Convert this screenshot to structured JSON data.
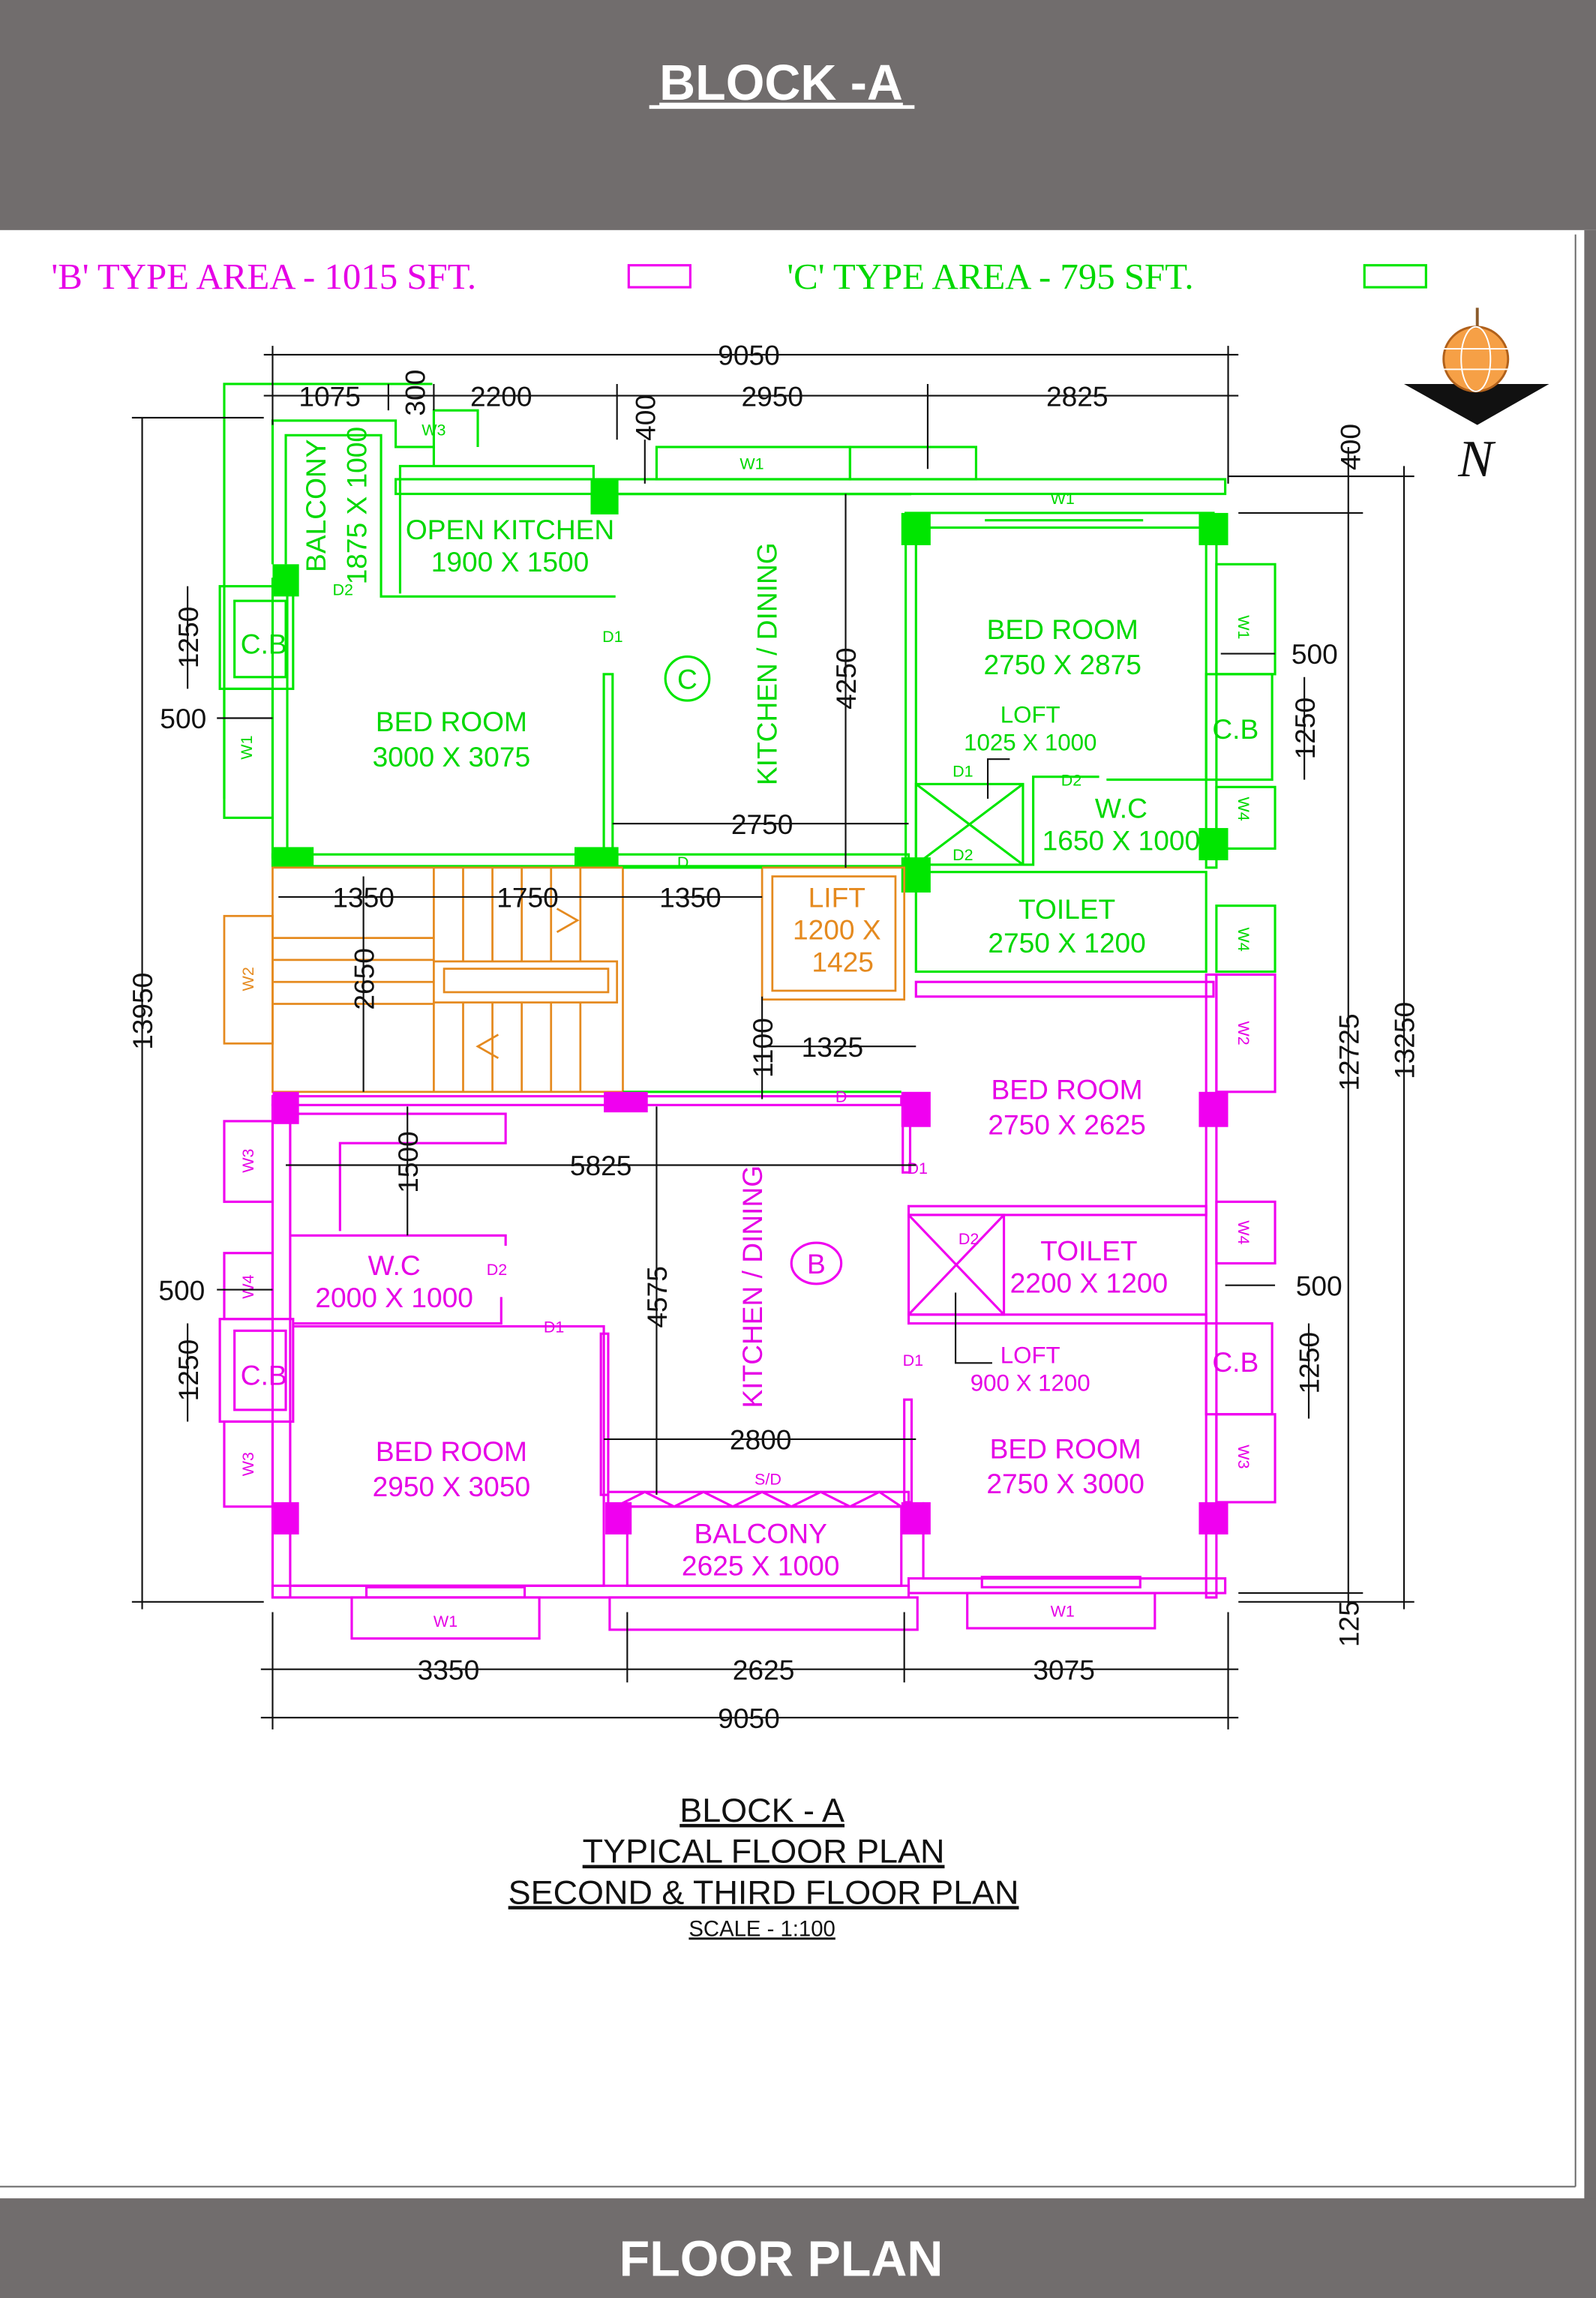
{
  "header": {
    "title": "BLOCK -A"
  },
  "footer": {
    "title": "FLOOR PLAN"
  },
  "legend": {
    "b_type": "'B' TYPE AREA - 1015 SFT.",
    "c_type": "'C' TYPE AREA - 795 SFT.",
    "b_color": "#f000f0",
    "c_color": "#00e600"
  },
  "compass": {
    "north_label": "N"
  },
  "labels": {
    "d1": "D1",
    "d2": "D2",
    "d": "D",
    "sd": "S/D",
    "w1": "W1",
    "w2": "W2",
    "w3": "W3",
    "w4": "W4",
    "cb": "C.B"
  },
  "flat_c": {
    "tag": "C",
    "balcony": {
      "name": "BALCONY",
      "size": "1875 X 1000"
    },
    "open_kitchen": {
      "name": "OPEN KITCHEN",
      "size": "1900 X 1500"
    },
    "bed_left": {
      "name": "BED ROOM",
      "size": "3000 X 3075"
    },
    "kitchen_dining": {
      "name": "KITCHEN / DINING"
    },
    "bed_right": {
      "name": "BED ROOM",
      "size": "2750 X 2875"
    },
    "loft": {
      "name": "LOFT",
      "size": "1025 X 1000"
    },
    "wc": {
      "name": "W.C",
      "size": "1650 X 1000"
    },
    "toilet": {
      "name": "TOILET",
      "size": "2750 X 1200"
    }
  },
  "common": {
    "lift": {
      "name": "LIFT",
      "size_a": "1200 X",
      "size_b": "1425"
    }
  },
  "flat_b": {
    "tag": "B",
    "bed_top_right": {
      "name": "BED ROOM",
      "size": "2750 X 2625"
    },
    "wc": {
      "name": "W.C",
      "size": "2000 X 1000"
    },
    "kitchen_dining": {
      "name": "KITCHEN / DINING"
    },
    "toilet": {
      "name": "TOILET",
      "size": "2200 X 1200"
    },
    "loft": {
      "name": "LOFT",
      "size": "900 X 1200"
    },
    "bed_left": {
      "name": "BED ROOM",
      "size": "2950 X 3050"
    },
    "bed_right": {
      "name": "BED ROOM",
      "size": "2750 X 3000"
    },
    "balcony": {
      "name": "BALCONY",
      "size": "2625 X 1000"
    }
  },
  "dimensions": {
    "top_total": "9050",
    "top_1": "1075",
    "top_2": "300",
    "top_3": "2200",
    "top_4": "2950",
    "top_5": "2825",
    "top_offset": "400",
    "right_offset": "400",
    "left_total": "13950",
    "right_1": "12725",
    "right_2": "13250",
    "right_bottom": "125",
    "c_1250_left": "1250",
    "c_500_left": "500",
    "c_500_right": "500",
    "c_1250_right": "1250",
    "kitchen_height": "4250",
    "kitchen_width": "2750",
    "stair_1": "1350",
    "stair_2": "1750",
    "stair_3": "1350",
    "stair_height": "2650",
    "lobby_h": "1100",
    "lobby_w": "1325",
    "b_5825": "5825",
    "b_1500": "1500",
    "b_4575": "4575",
    "b_2800": "2800",
    "b_500_left": "500",
    "b_1250_left": "1250",
    "b_500_right": "500",
    "b_1250_right": "1250",
    "bottom_1": "3350",
    "bottom_2": "2625",
    "bottom_3": "3075",
    "bottom_total": "9050"
  },
  "title_block": {
    "line1": "BLOCK - A",
    "line2": "TYPICAL FLOOR PLAN",
    "line3": "SECOND & THIRD FLOOR PLAN",
    "scale": "SCALE  - 1:100"
  }
}
